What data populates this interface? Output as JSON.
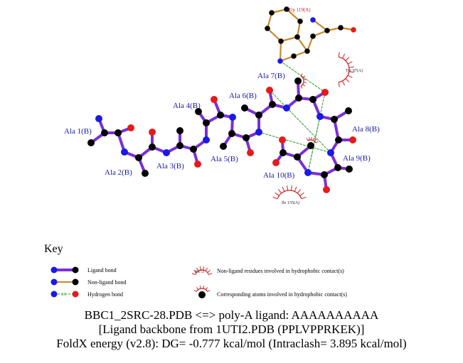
{
  "ligand_residues": [
    "Ala 1(B)",
    "Ala 2(B)",
    "Ala 3(B)",
    "Ala 4(B)",
    "Ala 5(B)",
    "Ala 6(B)",
    "Ala 7(B)",
    "Ala 8(B)",
    "Ala 9(B)",
    "Ala 10(B)"
  ],
  "nonligand_residue": "Trp 119(A)",
  "hydrophobic_residues": [
    "Tyr 97(A)",
    "Ile 135(A)"
  ],
  "colors": {
    "ligand_bond": "#7b2fd6",
    "nonligand_bond": "#c8872a",
    "hbond": "#2a9a2a",
    "nitrogen": "#1a1ae6",
    "oxygen": "#e61a1a",
    "carbon": "#000000",
    "hydrophobic": "#cc2222",
    "label": "#1a1aa6"
  },
  "key": {
    "title": "Key",
    "ligand_bond": "Ligand bond",
    "nonligand_bond": "Non-ligand bond",
    "hydrogen_bond": "Hydrogen bond",
    "hbond_length": "3.0",
    "nonligand_residues": "Non-ligand residues involved in hydrophobic contact(s)",
    "sample_residue": "His 53",
    "corresponding_atoms": "Corresponding atoms involved in hydrophobic contact(s)"
  },
  "caption": {
    "line1": "BBC1_2SRC-28.PDB <=> poly-A ligand: AAAAAAAAAA",
    "line2": "[Ligand backbone from 1UTI2.PDB (PPLVPPRKEK)]",
    "line3": "FoldX energy (v2.8): DG= -0.777 kcal/mol (Intraclash= 3.895 kcal/mol)"
  }
}
